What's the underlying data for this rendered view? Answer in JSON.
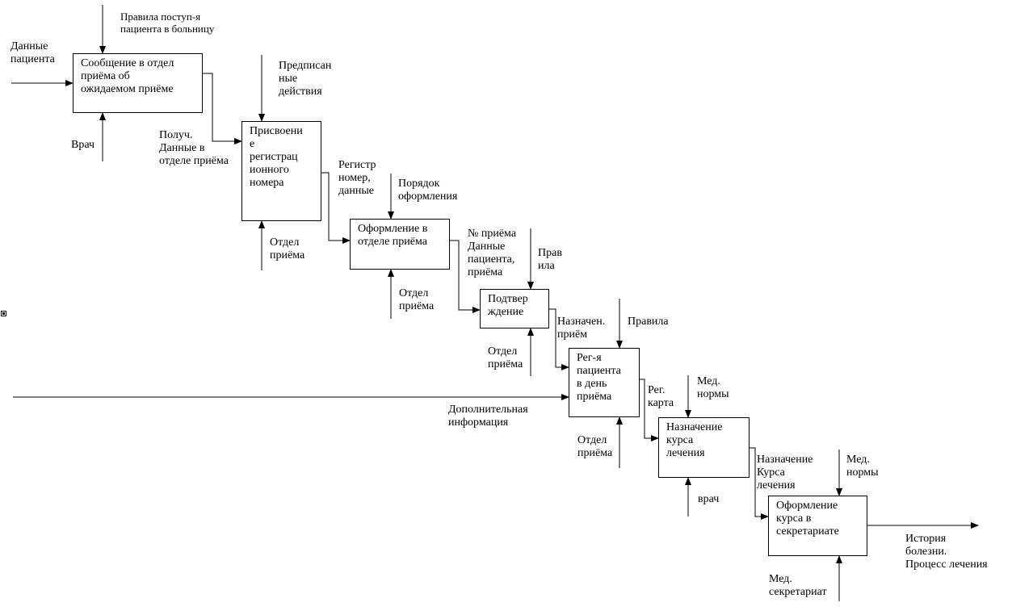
{
  "boxes": {
    "b1": "Сообщение в отдел\nприёма об\nожидаемом приёме",
    "b2": "Присвоени\nе\nрегистрац\nионного\nномера",
    "b3": "Оформление в\nотделе приёма",
    "b4": "Подтвер\nждение",
    "b5": "Рег-я\nпациента\nв день\nприёма",
    "b6": "Назначение\nкурса\nлечения",
    "b7": "Оформление\nкурса в\nсекретариате"
  },
  "labels": {
    "patient_data": "Данные\nпациента",
    "rules_admission": "Правила поступ-я\nпациента в больницу",
    "doctor": "Врач",
    "prescribed": "Предписан\nные\nдействия",
    "received_data": "Получ.\nДанные в\nотделе приёма",
    "dept1": "Отдел\nприёма",
    "reg_number": "Регистр\nномер,\nданные",
    "order": "Порядок\nоформления",
    "dept2": "Отдел\nприёма",
    "admission_no": "№ приёма\nДанные\nпациента,\nприёма",
    "rules_short": "Прав\nила",
    "dept3": "Отдел\nприёма",
    "assigned": "Назначен.\nприём",
    "rules": "Правила",
    "additional": "Дополнительная\nинформация",
    "dept4": "Отдел\nприёма",
    "reg_card": "Рег.\nкарта",
    "med_norms1": "Мед.\nнормы",
    "doctor2": "врач",
    "course": "Назначение\nКурса\nлечения",
    "med_norms2": "Мед.\nнормы",
    "med_secretariat": "Мед.\nсекретариат",
    "history": "История\nболезни.\nПроцесс лечения"
  }
}
